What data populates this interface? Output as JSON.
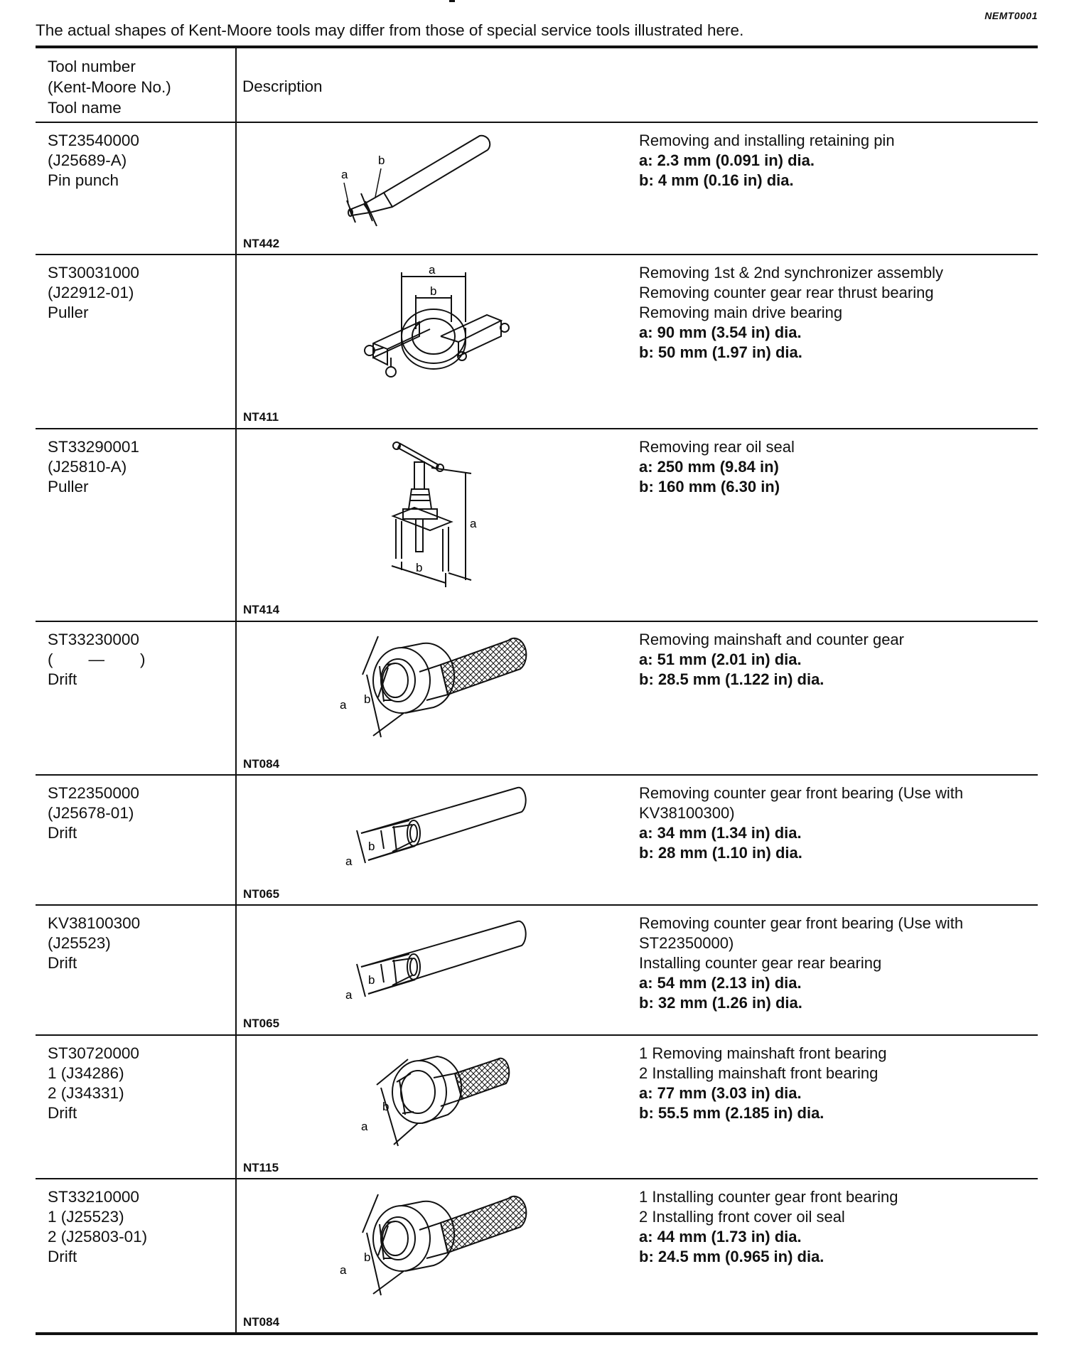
{
  "header_code": "NEMT0001",
  "note": "The actual shapes of Kent-Moore tools may differ from those of special service tools illustrated here.",
  "columns": {
    "tool": [
      "Tool number",
      "(Kent-Moore No.)",
      "Tool name"
    ],
    "description": "Description"
  },
  "rows": [
    {
      "tool": [
        "ST23540000",
        "(J25689-A)",
        "Pin punch"
      ],
      "figure_code": "NT442",
      "figure_icon": "pin-punch-icon",
      "desc": [
        "Removing and installing retaining pin"
      ],
      "specs": [
        "a: 2.3 mm (0.091 in) dia.",
        "b: 4 mm (0.16 in) dia."
      ]
    },
    {
      "tool": [
        "ST30031000",
        "(J22912-01)",
        "Puller"
      ],
      "figure_code": "NT411",
      "figure_icon": "bearing-puller-icon",
      "desc": [
        "Removing 1st & 2nd synchronizer assembly",
        "Removing counter gear rear thrust bearing",
        "Removing main drive bearing"
      ],
      "specs": [
        "a: 90 mm (3.54 in) dia.",
        "b: 50 mm (1.97 in) dia."
      ]
    },
    {
      "tool": [
        "ST33290001",
        "(J25810-A)",
        "Puller"
      ],
      "figure_code": "NT414",
      "figure_icon": "seal-puller-icon",
      "desc": [
        "Removing rear oil seal"
      ],
      "specs": [
        "a: 250 mm (9.84 in)",
        "b: 160 mm (6.30 in)"
      ]
    },
    {
      "tool": [
        "ST33230000",
        "(        —        )",
        "Drift"
      ],
      "figure_code": "NT084",
      "figure_icon": "drift-knurled-icon",
      "desc": [
        "Removing mainshaft and counter gear"
      ],
      "specs": [
        "a: 51 mm (2.01 in) dia.",
        "b: 28.5 mm (1.122 in) dia."
      ]
    },
    {
      "tool": [
        "ST22350000",
        "(J25678-01)",
        "Drift"
      ],
      "figure_code": "NT065",
      "figure_icon": "drift-tube-icon",
      "desc": [
        "Removing counter gear front bearing (Use with",
        "KV38100300)"
      ],
      "specs": [
        "a: 34 mm (1.34 in) dia.",
        "b: 28 mm (1.10 in) dia."
      ]
    },
    {
      "tool": [
        "KV38100300",
        "(J25523)",
        "Drift"
      ],
      "figure_code": "NT065",
      "figure_icon": "drift-tube-icon",
      "desc": [
        "Removing counter gear front bearing (Use with",
        "ST22350000)",
        "Installing counter gear rear bearing"
      ],
      "specs": [
        "a: 54 mm (2.13 in) dia.",
        "b: 32 mm (1.26 in) dia."
      ]
    },
    {
      "tool": [
        "ST30720000",
        "1 (J34286)",
        "2 (J34331)",
        "Drift"
      ],
      "figure_code": "NT115",
      "figure_icon": "drift-knurled-short-icon",
      "desc": [
        "1 Removing mainshaft front bearing",
        "2 Installing mainshaft front bearing"
      ],
      "specs": [
        "a: 77 mm (3.03 in) dia.",
        "b: 55.5 mm (2.185 in) dia."
      ]
    },
    {
      "tool": [
        "ST33210000",
        "1 (J25523)",
        "2 (J25803-01)",
        "Drift"
      ],
      "figure_code": "NT084",
      "figure_icon": "drift-knurled-icon",
      "desc": [
        "1 Installing counter gear front bearing",
        "2 Installing front cover oil seal"
      ],
      "specs": [
        "a: 44 mm (1.73 in) dia.",
        "b: 24.5 mm (0.965 in) dia."
      ]
    }
  ],
  "dim_labels": [
    "a",
    "b"
  ]
}
